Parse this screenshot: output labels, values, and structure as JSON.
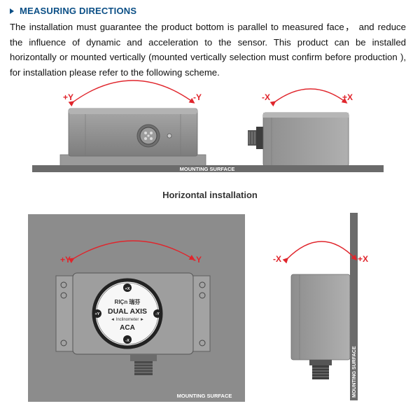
{
  "section": {
    "title": "MEASURING DIRECTIONS",
    "paragraph": "The installation must guarantee the product bottom is parallel to measured face， and reduce the influence of dynamic and acceleration to the sensor. This product can be installed horizontally or mounted vertically (mounted vertically selection must confirm before production ), for installation please refer to the following scheme."
  },
  "horizontal": {
    "caption": "Horizontal installation",
    "plus_y": "+Y",
    "minus_y": "-Y",
    "minus_x": "-X",
    "plus_x": "+X",
    "surface_label": "MOUNTING SURFACE"
  },
  "vertical": {
    "plus_y": "+Y",
    "minus_y": "-Y",
    "minus_x": "-X",
    "plus_x": "+X",
    "surface_label": "MOUNTING SURFACE",
    "side_surface_label": "MOUNTING SURFACE"
  },
  "dial": {
    "brand": "RIÇn 瑞芬",
    "product": "DUAL AXIS",
    "subtitle": "◄ Inclinometer ►",
    "model": "ACA",
    "plus_x": "+X",
    "minus_x": "-X",
    "plus_y": "+Y",
    "minus_y": "-Y"
  },
  "colors": {
    "title": "#0b4f86",
    "arrow": "#e0252c",
    "surface": "#6b6b6b",
    "body": "#8f8f8f"
  }
}
